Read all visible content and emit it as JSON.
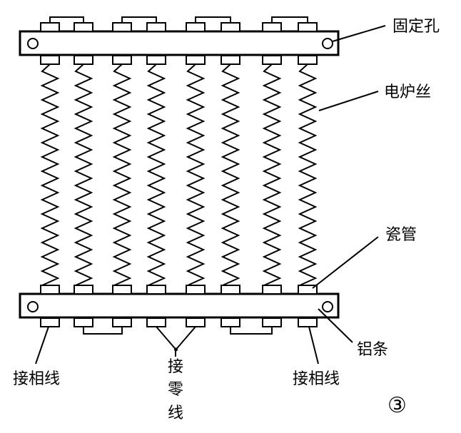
{
  "diagram": {
    "labels": {
      "fixing_hole": "固定孔",
      "heating_wire": "电炉丝",
      "ceramic_tube": "瓷管",
      "aluminum_strip": "铝条",
      "phase_left": "接相线",
      "phase_right": "接相线",
      "neutral_1": "接",
      "neutral_2": "零",
      "neutral_3": "线",
      "figure_number": "③"
    },
    "wire_count": 8,
    "line_color": "#000000",
    "background_color": "#ffffff"
  }
}
